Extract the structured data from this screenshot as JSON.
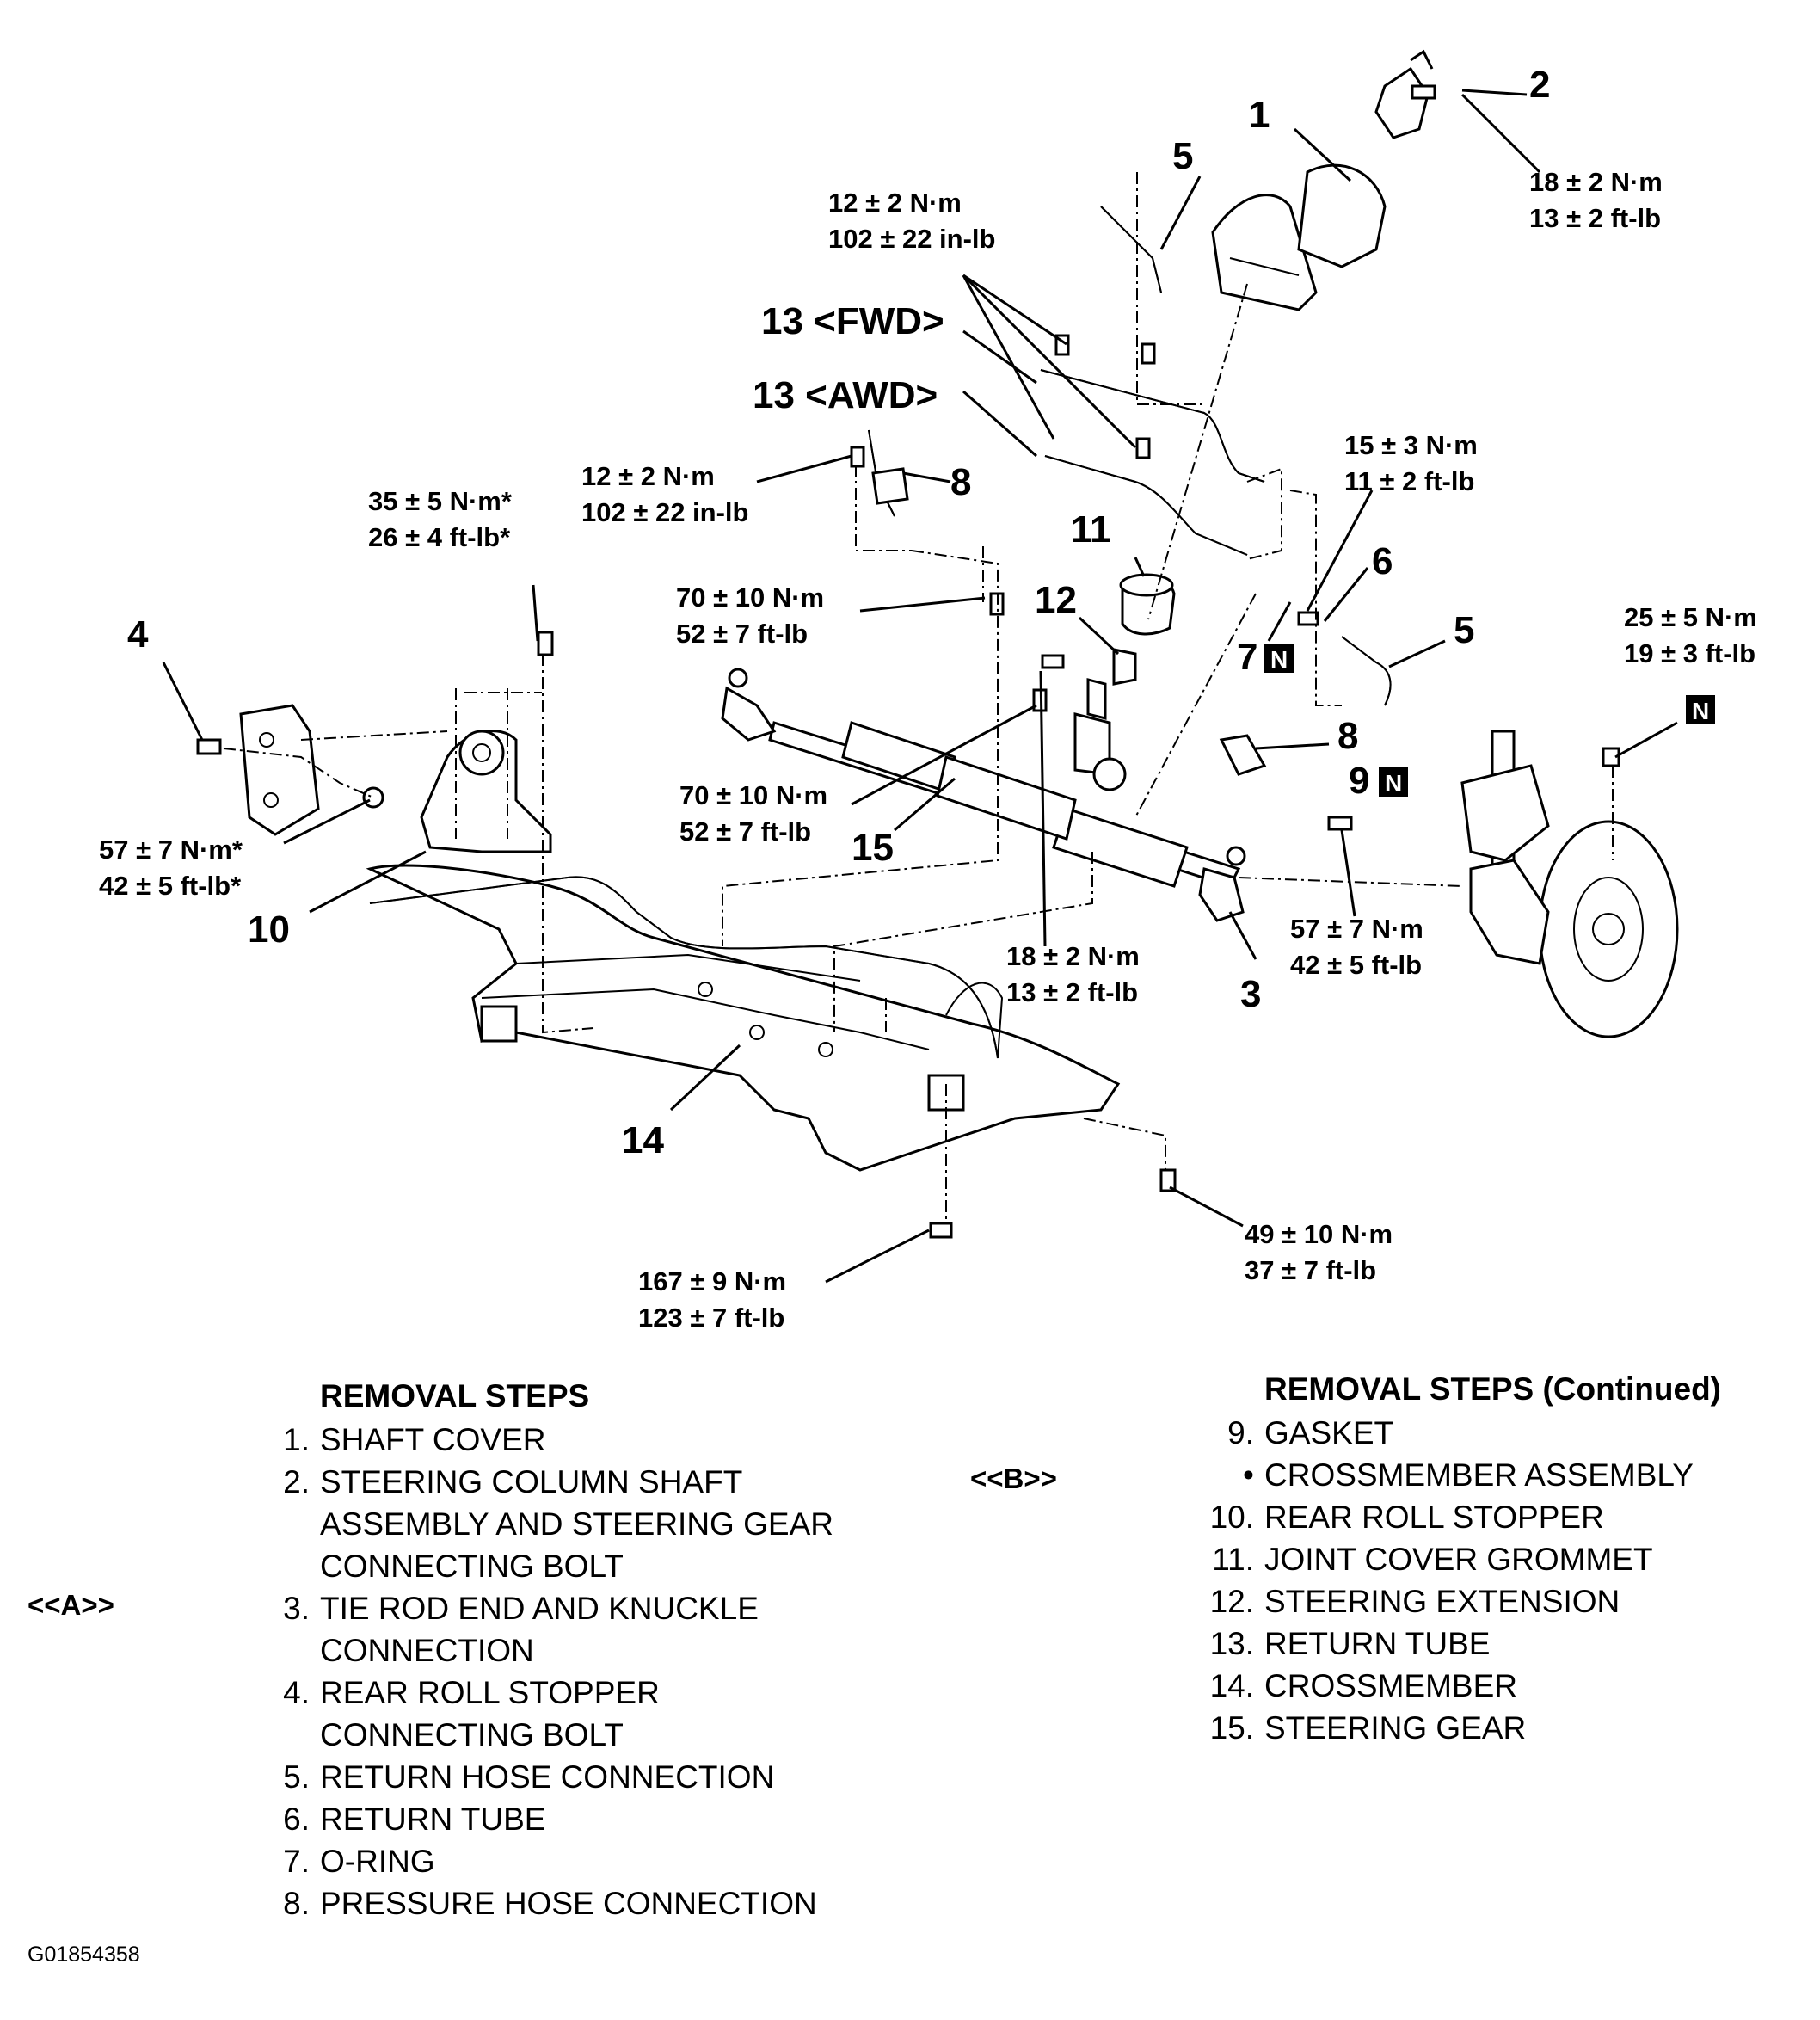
{
  "callouts": {
    "c1": "1",
    "c2": "2",
    "c3": "3",
    "c4": "4",
    "c5a": "5",
    "c5b": "5",
    "c6": "6",
    "c7": "7",
    "c8a": "8",
    "c8b": "8",
    "c9": "9",
    "c10": "10",
    "c11": "11",
    "c12": "12",
    "c13fwd": "13 <FWD>",
    "c13awd": "13 <AWD>",
    "c14": "14",
    "c15": "15",
    "n_mark": "N"
  },
  "torques": {
    "t_col_bolt": [
      "18 ± 2 N·m",
      "13 ± 2 ft-lb"
    ],
    "t_return_tube_top": [
      "12 ± 2 N·m",
      "102 ± 22 in-lb"
    ],
    "t_return_tube_clamp": [
      "12 ± 2 N·m",
      "102 ± 22 in-lb"
    ],
    "t_union_bolt_return": [
      "15 ± 3 N·m",
      "11 ± 2 ft-lb"
    ],
    "t_roll_stopper_top": [
      "35 ± 5 N·m*",
      "26 ± 4 ft-lb*"
    ],
    "t_gear_mount_upper": [
      "70 ± 10 N·m",
      "52 ± 7 ft-lb"
    ],
    "t_gear_mount_lower": [
      "70 ± 10 N·m",
      "52 ± 7 ft-lb"
    ],
    "t_tie_rod_nut": [
      "25 ± 5 N·m",
      "19 ± 3 ft-lb"
    ],
    "t_roll_stopper_nut": [
      "57 ± 7 N·m*",
      "42 ± 5 ft-lb*"
    ],
    "t_pressure_hose_bolt": [
      "57 ± 7 N·m",
      "42 ± 5 ft-lb"
    ],
    "t_extension_bolt": [
      "18 ± 2 N·m",
      "13 ± 2 ft-lb"
    ],
    "t_crossmember_rear": [
      "49 ± 10 N·m",
      "37 ± 7 ft-lb"
    ],
    "t_crossmember_front": [
      "167 ± 9 N·m",
      "123 ± 7 ft-lb"
    ]
  },
  "removal_steps": {
    "heading": "REMOVAL STEPS",
    "items": [
      {
        "num": "1.",
        "lines": [
          "SHAFT COVER"
        ]
      },
      {
        "num": "2.",
        "lines": [
          "STEERING COLUMN SHAFT",
          "ASSEMBLY AND STEERING GEAR",
          "CONNECTING BOLT"
        ]
      },
      {
        "num": "3.",
        "lines": [
          "TIE ROD END AND KNUCKLE",
          "CONNECTION"
        ]
      },
      {
        "num": "4.",
        "lines": [
          "REAR ROLL STOPPER",
          "CONNECTING BOLT"
        ]
      },
      {
        "num": "5.",
        "lines": [
          "RETURN HOSE CONNECTION"
        ]
      },
      {
        "num": "6.",
        "lines": [
          "RETURN TUBE"
        ]
      },
      {
        "num": "7.",
        "lines": [
          "O-RING"
        ]
      },
      {
        "num": "8.",
        "lines": [
          "PRESSURE HOSE CONNECTION"
        ]
      }
    ]
  },
  "removal_steps_continued": {
    "heading": "REMOVAL STEPS (Continued)",
    "items": [
      {
        "num": "9.",
        "lines": [
          "GASKET"
        ]
      },
      {
        "num": "•",
        "lines": [
          "CROSSMEMBER ASSEMBLY"
        ]
      },
      {
        "num": "10.",
        "lines": [
          "REAR ROLL STOPPER"
        ]
      },
      {
        "num": "11.",
        "lines": [
          "JOINT COVER GROMMET"
        ]
      },
      {
        "num": "12.",
        "lines": [
          "STEERING EXTENSION"
        ]
      },
      {
        "num": "13.",
        "lines": [
          "RETURN TUBE"
        ]
      },
      {
        "num": "14.",
        "lines": [
          "CROSSMEMBER"
        ]
      },
      {
        "num": "15.",
        "lines": [
          "STEERING GEAR"
        ]
      }
    ]
  },
  "service_marks": {
    "a": "<<A>>",
    "b": "<<B>>"
  },
  "figure_id": "G01854358"
}
